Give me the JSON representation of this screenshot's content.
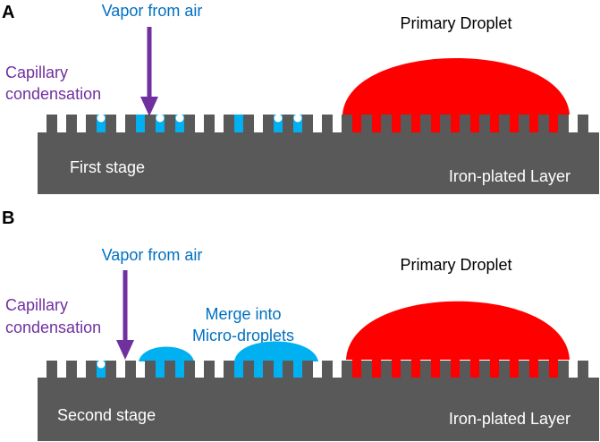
{
  "colors": {
    "substrate": "#595959",
    "water": "#00b0f0",
    "droplet": "#ff0000",
    "arrow": "#7030a0",
    "label_blue": "#0070c0",
    "label_purple": "#7030a0",
    "text_dark": "#000000",
    "text_light": "#ffffff"
  },
  "panel_a": {
    "letter": "A",
    "vapor_label": "Vapor from air",
    "capillary_label_line1": "Capillary",
    "capillary_label_line2": "condensation",
    "primary_droplet_label": "Primary Droplet",
    "stage_label": "First stage",
    "layer_label": "Iron-plated Layer"
  },
  "panel_b": {
    "letter": "B",
    "vapor_label": "Vapor from air",
    "capillary_label_line1": "Capillary",
    "capillary_label_line2": "condensation",
    "merge_label_line1": "Merge into",
    "merge_label_line2": "Micro-droplets",
    "primary_droplet_label": "Primary Droplet",
    "stage_label": "Second stage",
    "layer_label": "Iron-plated Layer"
  }
}
